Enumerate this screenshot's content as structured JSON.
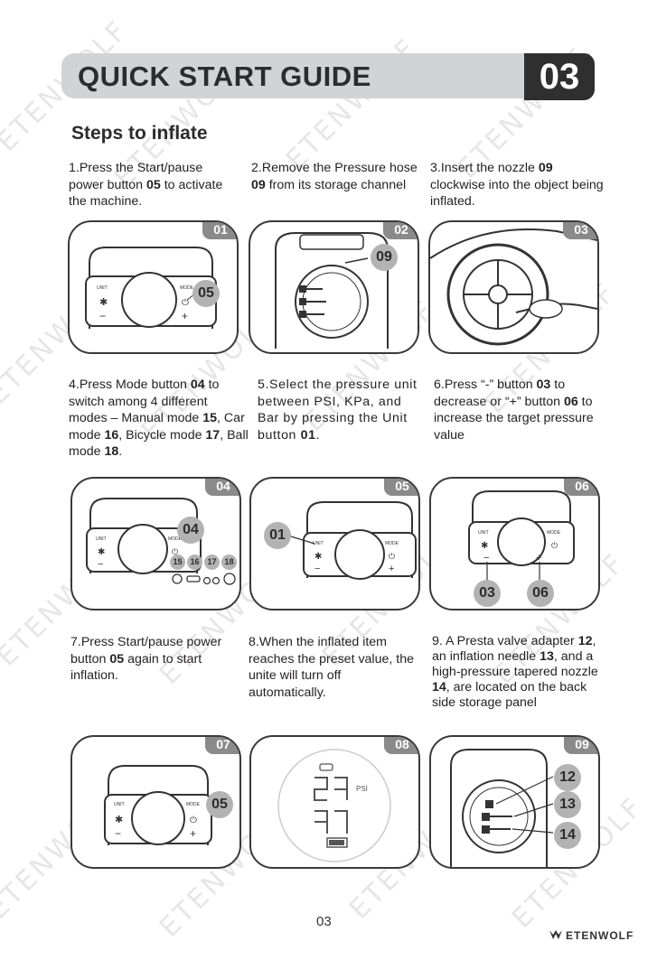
{
  "watermark": "ETENWOLF",
  "header": {
    "title": "QUICK START GUIDE",
    "page_badge": "03"
  },
  "section_title": "Steps to inflate",
  "steps": [
    {
      "badge": "01",
      "parts": [
        [
          "1.Press the Start/pause power button ",
          0
        ],
        [
          "05",
          1
        ],
        [
          " to activate the machine.",
          0
        ]
      ],
      "callouts": [
        "05"
      ]
    },
    {
      "badge": "02",
      "parts": [
        [
          "2.Remove the Pressure hose ",
          0
        ],
        [
          "09",
          1
        ],
        [
          " from its storage channel",
          0
        ]
      ],
      "callouts": [
        "09"
      ]
    },
    {
      "badge": "03",
      "parts": [
        [
          "3.Insert the nozzle ",
          0
        ],
        [
          "09",
          1
        ],
        [
          " clockwise into the object being inflated.",
          0
        ]
      ],
      "callouts": []
    },
    {
      "badge": "04",
      "parts": [
        [
          "4.Press Mode button ",
          0
        ],
        [
          "04",
          1
        ],
        [
          " to switch among 4 different modes – Manual mode ",
          0
        ],
        [
          "15",
          1
        ],
        [
          ", Car mode ",
          0
        ],
        [
          "16",
          1
        ],
        [
          ", Bicycle mode ",
          0
        ],
        [
          "17",
          1
        ],
        [
          ", Ball mode ",
          0
        ],
        [
          "18",
          1
        ],
        [
          ".",
          0
        ]
      ],
      "callouts": [
        "04"
      ],
      "mode_labels": [
        "15",
        "16",
        "17",
        "18"
      ]
    },
    {
      "badge": "05",
      "parts": [
        [
          "5.Select the pressure unit between PSI, KPa, and Bar by pressing the Unit button ",
          0
        ],
        [
          "01",
          1
        ],
        [
          ".",
          0
        ]
      ],
      "callouts": [
        "01"
      ]
    },
    {
      "badge": "06",
      "parts": [
        [
          "6.Press “-” button ",
          0
        ],
        [
          "03",
          1
        ],
        [
          " to decrease or “+” button ",
          0
        ],
        [
          "06",
          1
        ],
        [
          " to increase the target pressure value",
          0
        ]
      ],
      "callouts": [
        "03",
        "06"
      ]
    },
    {
      "badge": "07",
      "parts": [
        [
          "7.Press Start/pause power button ",
          0
        ],
        [
          "05",
          1
        ],
        [
          " again to start inflation.",
          0
        ]
      ],
      "callouts": [
        "05"
      ]
    },
    {
      "badge": "08",
      "parts": [
        [
          "8.When the inflated item reaches the preset value, the unite will turn off automatically.",
          0
        ]
      ],
      "callouts": []
    },
    {
      "badge": "09",
      "parts": [
        [
          "9. A Presta valve adapter ",
          0
        ],
        [
          "12",
          1
        ],
        [
          ", an inflation needle ",
          0
        ],
        [
          "13",
          1
        ],
        [
          ", and a high-pressure tapered nozzle ",
          0
        ],
        [
          "14",
          1
        ],
        [
          ", are located on the back side storage panel",
          0
        ]
      ],
      "callouts": [
        "12",
        "13",
        "14"
      ]
    }
  ],
  "device_labels": {
    "unit": "UNIT",
    "mode": "MODE"
  },
  "display": {
    "unit_label": "PSI"
  },
  "footer": {
    "page_number": "03",
    "brand": "ETENWOLF"
  }
}
